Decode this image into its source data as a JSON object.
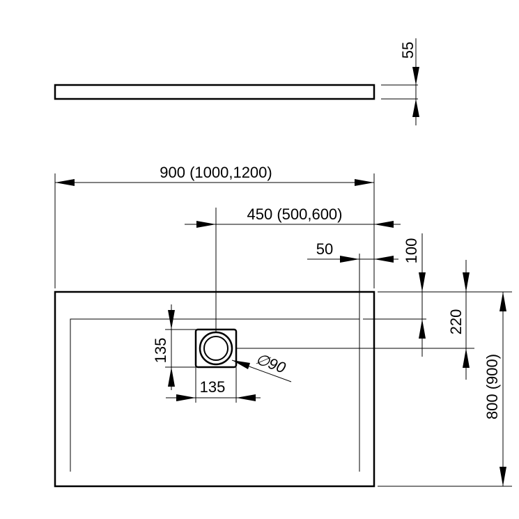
{
  "dimensions": {
    "thickness": "55",
    "width": "900 (1000,1200)",
    "drain_offset_x": "450 (500,600)",
    "rim_x": "50",
    "rim_y": "100",
    "drain_offset_y": "220",
    "drain_box_height": "135",
    "drain_box_width": "135",
    "drain_diameter": "∅90",
    "depth": "800 (900)"
  }
}
